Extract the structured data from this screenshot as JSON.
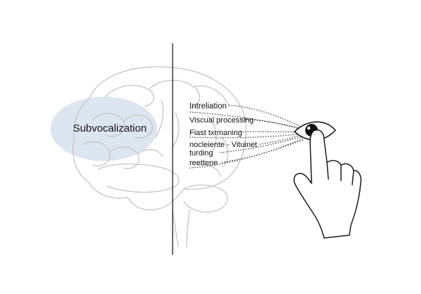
{
  "diagram": {
    "highlight_label": "Subvocalization",
    "labels": [
      "Intreliation",
      "Viscual processing",
      "Fiast txrmaning",
      "nocleiente - Vituinet",
      "turding",
      "reettene"
    ]
  },
  "colors": {
    "highlight_fill": "#d9e2ee",
    "line": "#2b2b2b",
    "outline": "#bdbdbd"
  }
}
